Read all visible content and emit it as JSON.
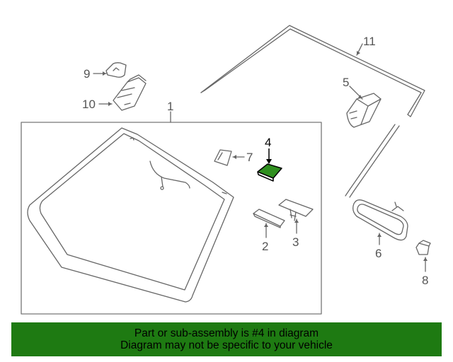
{
  "diagram": {
    "callouts": {
      "c1": "1",
      "c2": "2",
      "c3": "3",
      "c4": "4",
      "c5": "5",
      "c6": "6",
      "c7": "7",
      "c8": "8",
      "c9": "9",
      "c10": "10",
      "c11": "11"
    },
    "highlight_color": "#1e8a14"
  },
  "banner": {
    "line1": "Part or sub-assembly is #4 in diagram",
    "line2": "Diagram may not be specific to your vehicle",
    "background": "#1e7a12"
  }
}
